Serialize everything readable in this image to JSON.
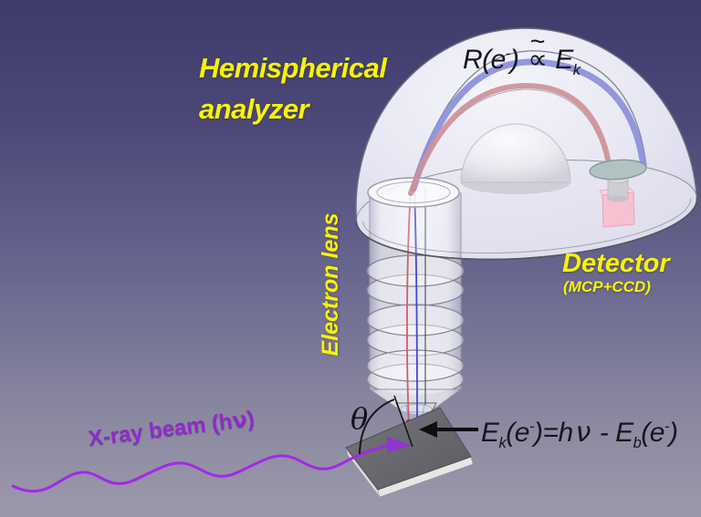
{
  "colors": {
    "background_top": "#3e3b6c",
    "background_bottom": "#9b99a9",
    "label_yellow": "#f8f400",
    "xray_beam_purple": "#a428e8",
    "xray_label_purple": "#8d2bc9",
    "trajectory_blue": "#6f74d2",
    "trajectory_red": "#c4767c",
    "detector_disc_teal": "#9db6b4",
    "detector_camera_pink": "#ffaaba",
    "sample_gray": "#66666c",
    "formula_black": "#16161c"
  },
  "labels": {
    "analyzer_line1": "Hemispherical",
    "analyzer_line2": "analyzer",
    "electron_lens": "Electron lens",
    "detector_title": "Detector",
    "detector_subtitle": "(MCP+CCD)",
    "theta": "θ",
    "xray_pre": "X-ray beam (h",
    "xray_nu": "ν",
    "xray_post": ")"
  },
  "formulas": {
    "resolution": {
      "lhs": "R(e",
      "lhs_sup": "-",
      "lhs_close": ")",
      "tilde": "~",
      "propto": "∝",
      "rhs": "E",
      "rhs_sub": "k"
    },
    "kinetic": {
      "e1": "E",
      "sub1": "k",
      "m1": "(e",
      "sup1": "-",
      "m2": ")=h",
      "nu": "ν",
      "m3": " - E",
      "sub2": "b",
      "m4": "(e",
      "sup2": "-",
      "m5": ")"
    }
  }
}
